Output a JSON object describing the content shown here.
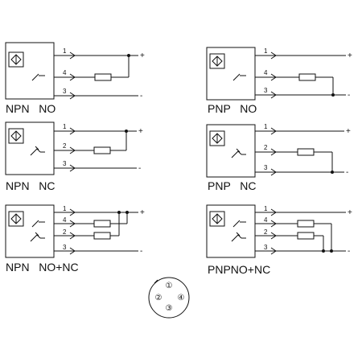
{
  "sensors": [
    {
      "label": "NPN   NO",
      "pins": [
        "1",
        "4",
        "3"
      ],
      "signs": [
        "+",
        "-"
      ],
      "icon": "inductive-sensor-icon"
    },
    {
      "label": "PNP   NO",
      "pins": [
        "1",
        "4",
        "3"
      ],
      "signs": [
        "+",
        "-"
      ],
      "icon": "inductive-sensor-icon"
    },
    {
      "label": "NPN   NC",
      "pins": [
        "1",
        "2",
        "3"
      ],
      "signs": [
        "+",
        "-"
      ],
      "icon": "inductive-sensor-icon"
    },
    {
      "label": "PNP   NC",
      "pins": [
        "1",
        "2",
        "3"
      ],
      "signs": [
        "+",
        "-"
      ],
      "icon": "inductive-sensor-icon"
    },
    {
      "label": "NPN   NO+NC",
      "pins": [
        "1",
        "4",
        "2",
        "3"
      ],
      "signs": [
        "+",
        "-"
      ],
      "icon": "inductive-sensor-icon"
    },
    {
      "label": "PNPNO+NC",
      "pins": [
        "1",
        "4",
        "2",
        "3"
      ],
      "signs": [
        "+",
        "-"
      ],
      "icon": "inductive-sensor-icon"
    }
  ],
  "connector": {
    "icon": "m12-connector-icon",
    "pins": [
      "①",
      "②",
      "③",
      "④"
    ]
  }
}
